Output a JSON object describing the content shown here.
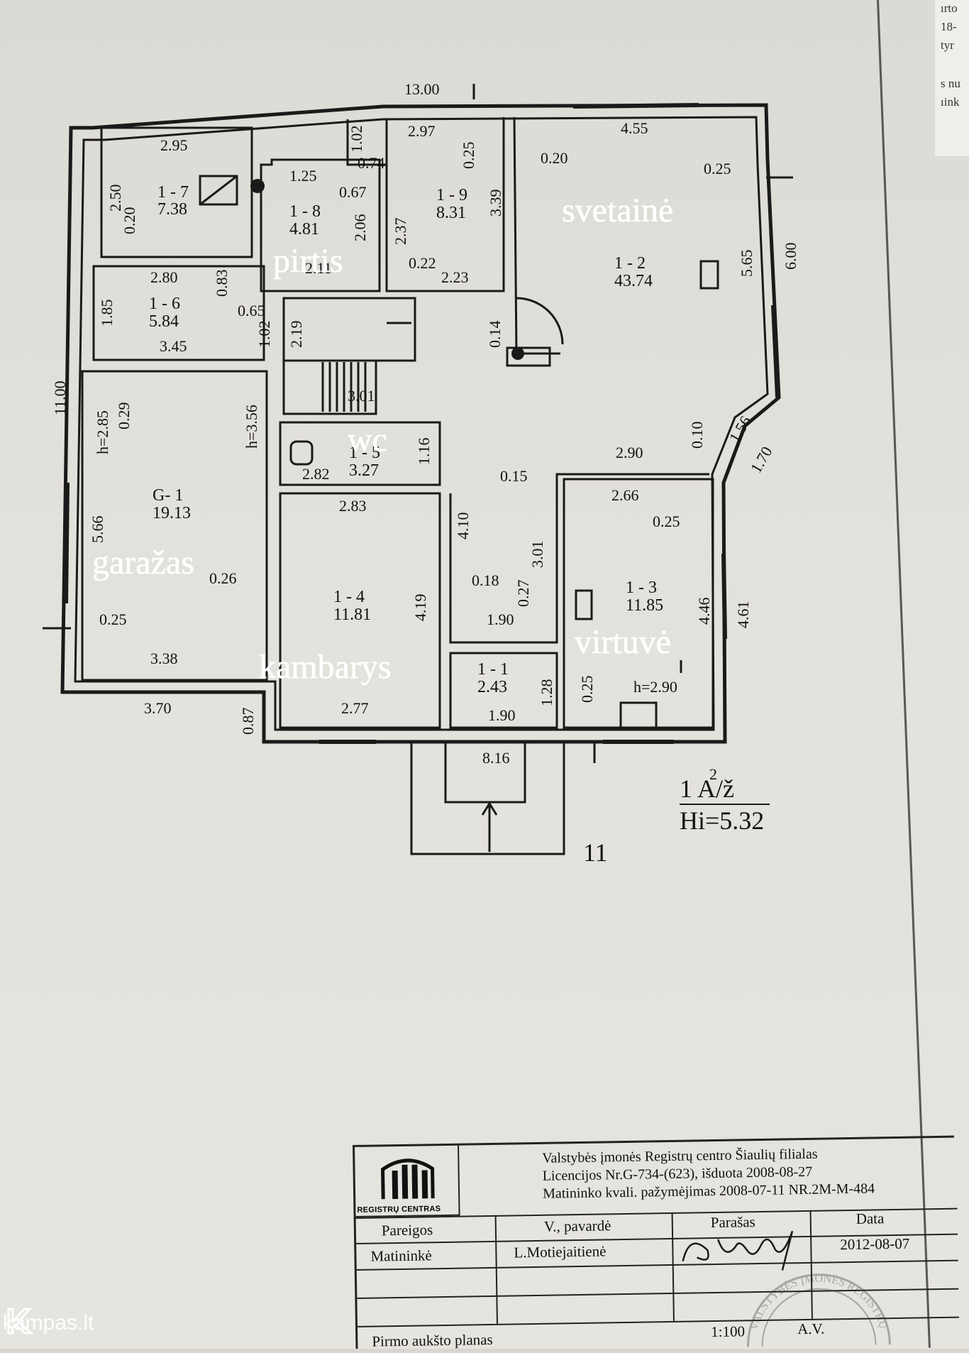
{
  "right_strip": {
    "lines": [
      "ırto",
      "18-",
      "tyr",
      "s nu",
      "ıink"
    ]
  },
  "rooms": [
    {
      "id": "1 - 7",
      "area": "7.38"
    },
    {
      "id": "1 - 8",
      "area": "4.81",
      "name": "pirtis"
    },
    {
      "id": "1 - 9",
      "area": "8.31"
    },
    {
      "id": "1 - 2",
      "area": "43.74",
      "name": "svetainė"
    },
    {
      "id": "1 - 6",
      "area": "5.84"
    },
    {
      "id": "G- 1",
      "area": "19.13",
      "name": "garažas"
    },
    {
      "id": "1 - 5",
      "area": "3.27",
      "name": "wc"
    },
    {
      "id": "1 - 4",
      "area": "11.81",
      "name": "kambarys"
    },
    {
      "id": "1 - 3",
      "area": "11.85",
      "name": "virtuvė"
    },
    {
      "id": "1 - 1",
      "area": "2.43"
    }
  ],
  "dimensions": [
    "13.00",
    "2.95",
    "2.97",
    "4.55",
    "1.02",
    "0.74",
    "0.25",
    "0.20",
    "0.25",
    "1.25",
    "0.67",
    "2.50",
    "0.20",
    "2.37",
    "3.39",
    "2.06",
    "2.11",
    "0.22",
    "2.23",
    "5.65",
    "6.00",
    "2.80",
    "0.83",
    "1.85",
    "0.65",
    "3.45",
    "1.02",
    "2.19",
    "0.14",
    "11.00",
    "h=2.85",
    "0.29",
    "h=3.56",
    "3.01",
    "1.56",
    "0.10",
    "2.90",
    "1.70",
    "2.82",
    "1.16",
    "0.15",
    "2.66",
    "0.25",
    "2.83",
    "4.10",
    "5.66",
    "0.26",
    "0.18",
    "3.01",
    "0.27",
    "4.19",
    "1.90",
    "4.46",
    "4.61",
    "0.25",
    "3.38",
    "0.25",
    "1.28",
    "h=2.90",
    "3.70",
    "0.87",
    "2.77",
    "1.90",
    "8.16"
  ],
  "scale_note": {
    "line1": "1 A/ž",
    "line2": "Hi=5.32",
    "superscript": "2"
  },
  "stair_mark": "11",
  "title_block": {
    "logo_text": "REGISTRŲ CENTRAS",
    "org_line1": "Valstybės įmonės Registrų centro Šiaulių filialas",
    "org_line2": "Licencijos Nr.G-734-(623), išduota 2008-08-27",
    "org_line3": "Matininko kvali. pažymėjimas 2008-07-11 NR.2M-M-484",
    "col_pareigos": "Pareigos",
    "col_pavarde": "V., pavardė",
    "col_parasas": "Parašas",
    "col_data": "Data",
    "role": "Matininkė",
    "name": "L.Motiejaitienė",
    "date": "2012-08-07",
    "plan_title": "Pirmo aukšto planas",
    "scale": "1:100",
    "av": "A.V.",
    "stamp_text": "VALSTYBĖS ĮMONĖS REGISTRŲ"
  },
  "watermark": {
    "brand": "kampas.lt"
  }
}
